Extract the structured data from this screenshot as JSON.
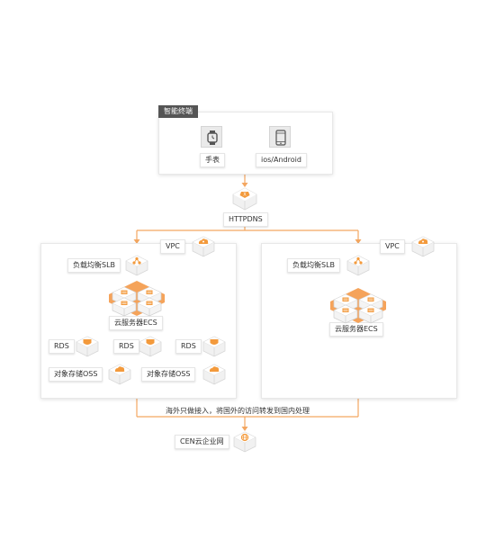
{
  "terminal": {
    "tag": "智能终端",
    "devices": [
      {
        "label": "手表",
        "icon": "watch-icon"
      },
      {
        "label": "ios/Android",
        "icon": "phone-icon"
      }
    ]
  },
  "dns": {
    "label": "HTTPDNS",
    "icon": "dns-icon"
  },
  "left_vpc": {
    "vpc_label": "VPC",
    "slb_label": "负载均衡SLB",
    "ecs_label": "云服务器ECS",
    "rds_labels": [
      "RDS",
      "RDS",
      "RDS"
    ],
    "oss_labels": [
      "对象存储OSS",
      "对象存储OSS"
    ]
  },
  "right_vpc": {
    "vpc_label": "VPC",
    "slb_label": "负载均衡SLB",
    "ecs_label": "云服务器ECS"
  },
  "cen": {
    "note": "海外只做接入，将国外的访问转发到国内处理",
    "label": "CEN云企业网"
  },
  "colors": {
    "accent": "#f5a35a",
    "icon_orange": "#f39a3c",
    "tag_bg": "#555555"
  }
}
